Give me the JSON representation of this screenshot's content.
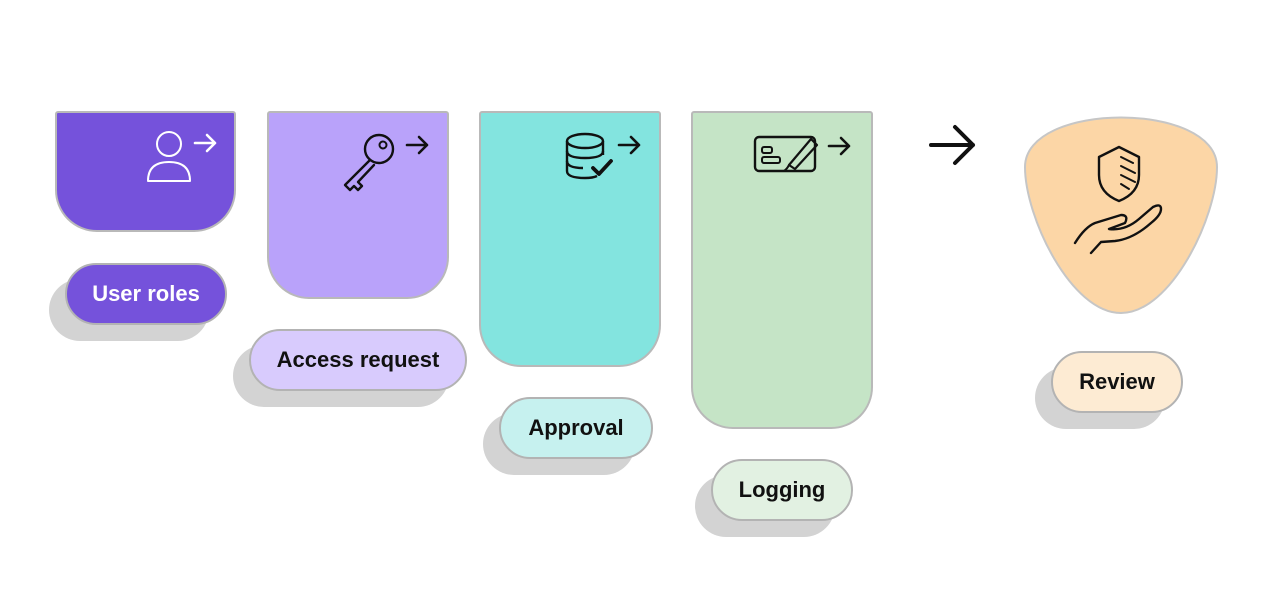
{
  "colors": {
    "stroke": "#b9b9b9",
    "shadow": "#d3d3d3",
    "ink": "#111111"
  },
  "steps": [
    {
      "label": "User roles",
      "icon": "user-icon",
      "card_color": "#7552db",
      "pill_color": "#7552db",
      "text_color": "#ffffff"
    },
    {
      "label": "Access request",
      "icon": "key-icon",
      "card_color": "#b9a2fa",
      "pill_color": "#d8cbfd",
      "text_color": "#111111"
    },
    {
      "label": "Approval",
      "icon": "database-check-icon",
      "card_color": "#83e4df",
      "pill_color": "#c6f1ef",
      "text_color": "#111111"
    },
    {
      "label": "Logging",
      "icon": "cheque-signature-icon",
      "card_color": "#c5e4c6",
      "pill_color": "#e2f1e2",
      "text_color": "#111111"
    }
  ],
  "final_step": {
    "label": "Review",
    "icon": "shield-hand-icon",
    "badge_color": "#fcd6a6",
    "pill_color": "#fdebd3",
    "text_color": "#111111"
  }
}
